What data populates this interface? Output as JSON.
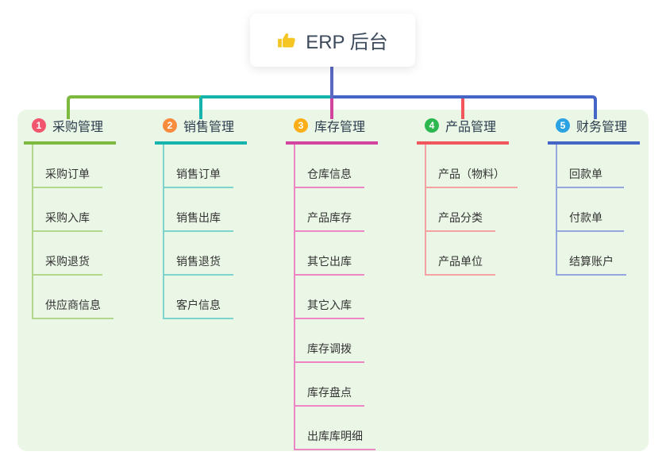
{
  "root": {
    "label": "ERP 后台",
    "icon": "thumbs-up-icon"
  },
  "branches": [
    {
      "index": "1",
      "title": "采购管理",
      "children": [
        {
          "label": "采购订单"
        },
        {
          "label": "采购入库"
        },
        {
          "label": "采购退货"
        },
        {
          "label": "供应商信息"
        }
      ]
    },
    {
      "index": "2",
      "title": "销售管理",
      "children": [
        {
          "label": "销售订单"
        },
        {
          "label": "销售出库"
        },
        {
          "label": "销售退货"
        },
        {
          "label": "客户信息"
        }
      ]
    },
    {
      "index": "3",
      "title": "库存管理",
      "children": [
        {
          "label": "仓库信息"
        },
        {
          "label": "产品库存"
        },
        {
          "label": "其它出库"
        },
        {
          "label": "其它入库"
        },
        {
          "label": "库存调拨"
        },
        {
          "label": "库存盘点"
        },
        {
          "label": "出库库明细"
        }
      ]
    },
    {
      "index": "4",
      "title": "产品管理",
      "children": [
        {
          "label": "产品（物料）"
        },
        {
          "label": "产品分类"
        },
        {
          "label": "产品单位"
        }
      ]
    },
    {
      "index": "5",
      "title": "财务管理",
      "children": [
        {
          "label": "回款单"
        },
        {
          "label": "付款单"
        },
        {
          "label": "结算账户"
        }
      ]
    }
  ],
  "colors": {
    "panel_background": "#ebf7e6",
    "root_connector": "#5a68c2",
    "branch1_main": "#7cb93e",
    "branch1_light": "#b2d78a",
    "branch1_badge": "#f2566f",
    "branch2_main": "#14b3ab",
    "branch2_light": "#7ed3cd",
    "branch2_badge": "#f98c3d",
    "branch3_main": "#d2459e",
    "branch3_light": "#ec86c4",
    "branch3_badge": "#fbae17",
    "branch4_main": "#f0565c",
    "branch4_light": "#f7a2a2",
    "branch4_badge": "#2cb84e",
    "branch5_main": "#4566c6",
    "branch5_light": "#94a7dd",
    "branch5_badge": "#2ba3e3",
    "thumb_icon": "#f5c524"
  }
}
